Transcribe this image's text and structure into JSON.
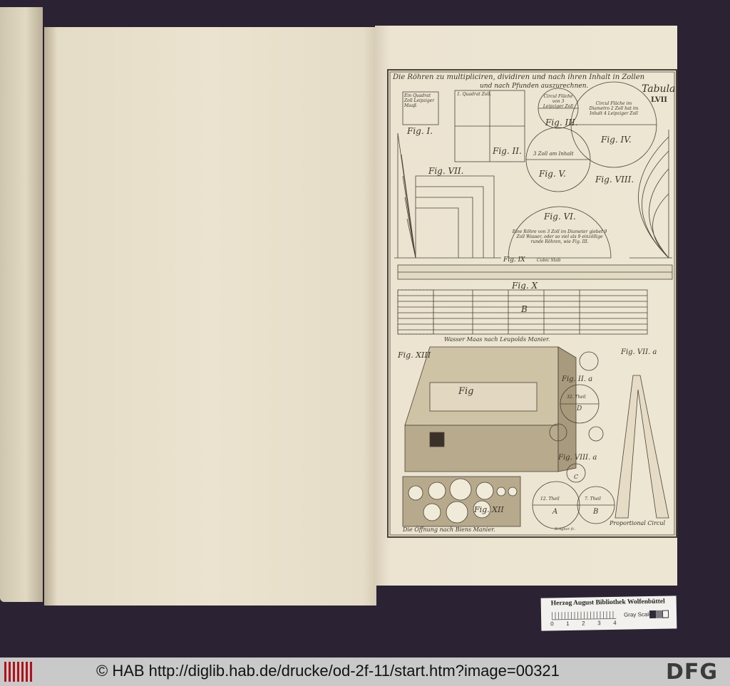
{
  "plate": {
    "title_line1": "Die Röhren zu multipliciren, dividiren und nach ihren Inhalt in Zollen",
    "title_line2": "und nach Pfunden auszurechnen.",
    "tabula": "Tabula",
    "number": "LVII",
    "labels": {
      "fig1_box": "Ein Quadrat Zoll Leipziger Maaß",
      "fig2_box": "1. Quadrat Zoll.",
      "fig3_circle": "Circul Fläche von 3 Leipziger Zoll",
      "fig4_circle": "Circul Fläche im Diametro 2 Zoll hat im Inhalt 4 Leipziger Zoll",
      "fig5_circle": "3 Zoll am Inhalt",
      "fig6_text": "Eine Röhre von 3 Zoll im Diameter giebet 9 Zoll Wasser, oder so viel als 9 einzöllige runde Röhren, wie Fig. III.",
      "fig1": "Fig. I.",
      "fig2": "Fig. II.",
      "fig3": "Fig. III.",
      "fig4": "Fig. IV.",
      "fig5": "Fig. V.",
      "fig6": "Fig. VI.",
      "fig7": "Fig. VII.",
      "fig8": "Fig. VIII.",
      "fig9": "Fig. IX",
      "cubic": "Cubic Stab",
      "fig10": "Fig. X",
      "fig10_b": "B",
      "wasser": "Wasser Maas nach Leupolds Manier.",
      "fig13": "Fig. XIII",
      "fig_box": "Fig",
      "fig12": "Fig. XII",
      "oeffnung": "Die Öffnung nach Biens Manier.",
      "fig7a": "Fig. VII. a",
      "fig2a": "Fig. II. a",
      "fig8a": "Fig. VIII. a",
      "thiel_32": "32. Theil",
      "thiel_d": "D",
      "thiel_c": "C",
      "thiel_a_num": "12. Theil",
      "thiel_a": "A",
      "thiel_b_num": "7. Theil",
      "thiel_b": "B",
      "proportional": "Proportional Circul",
      "engraver": "Krügner fc."
    }
  },
  "card": {
    "institution": "Herzog August Bibliothek Wolfenbüttel",
    "gray_scale": "Gray Scale",
    "scale_numbers": [
      "0",
      "1",
      "2",
      "3",
      "4"
    ],
    "gray_colors": [
      "#2e2a3a",
      "#7a7a80",
      "#f4f4f4"
    ]
  },
  "footer": {
    "text": "© HAB http://diglib.hab.de/drucke/od-2f-11/start.htm?image=00321",
    "dfg_logo": "DFG",
    "hab_logo_color": "#b0121b"
  }
}
